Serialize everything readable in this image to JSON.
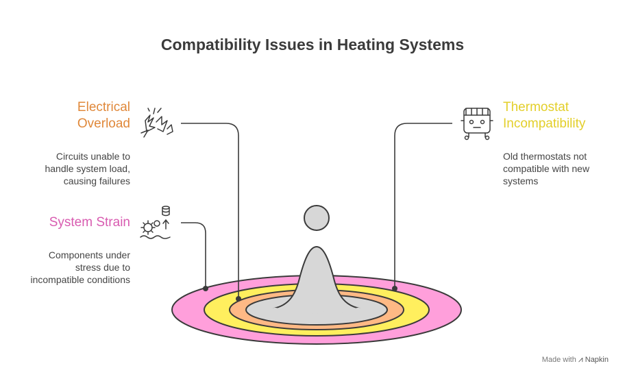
{
  "title": "Compatibility Issues in Heating Systems",
  "items": [
    {
      "heading_lines": [
        "Electrical",
        "Overload"
      ],
      "description_lines": [
        "Circuits unable to",
        "handle system load,",
        "causing failures"
      ],
      "color": "#e0883a",
      "icon": "electric-spark-icon"
    },
    {
      "heading_lines": [
        "System Strain"
      ],
      "description_lines": [
        "Components under",
        "stress due to",
        "incompatible conditions"
      ],
      "color": "#d85bb0",
      "icon": "gear-stress-icon"
    },
    {
      "heading_lines": [
        "Thermostat",
        "Incompatibility"
      ],
      "description_lines": [
        "Old thermostats not",
        "compatible with new",
        "systems"
      ],
      "color": "#e3cf2a",
      "icon": "robot-face-icon"
    }
  ],
  "rings": {
    "outer_color": "#ff9fdb",
    "middle_color": "#ffef5e",
    "inner_color": "#ffb985",
    "center_color": "#d7d7d7"
  },
  "footer": {
    "prefix": "Made with",
    "brand": "Napkin"
  }
}
